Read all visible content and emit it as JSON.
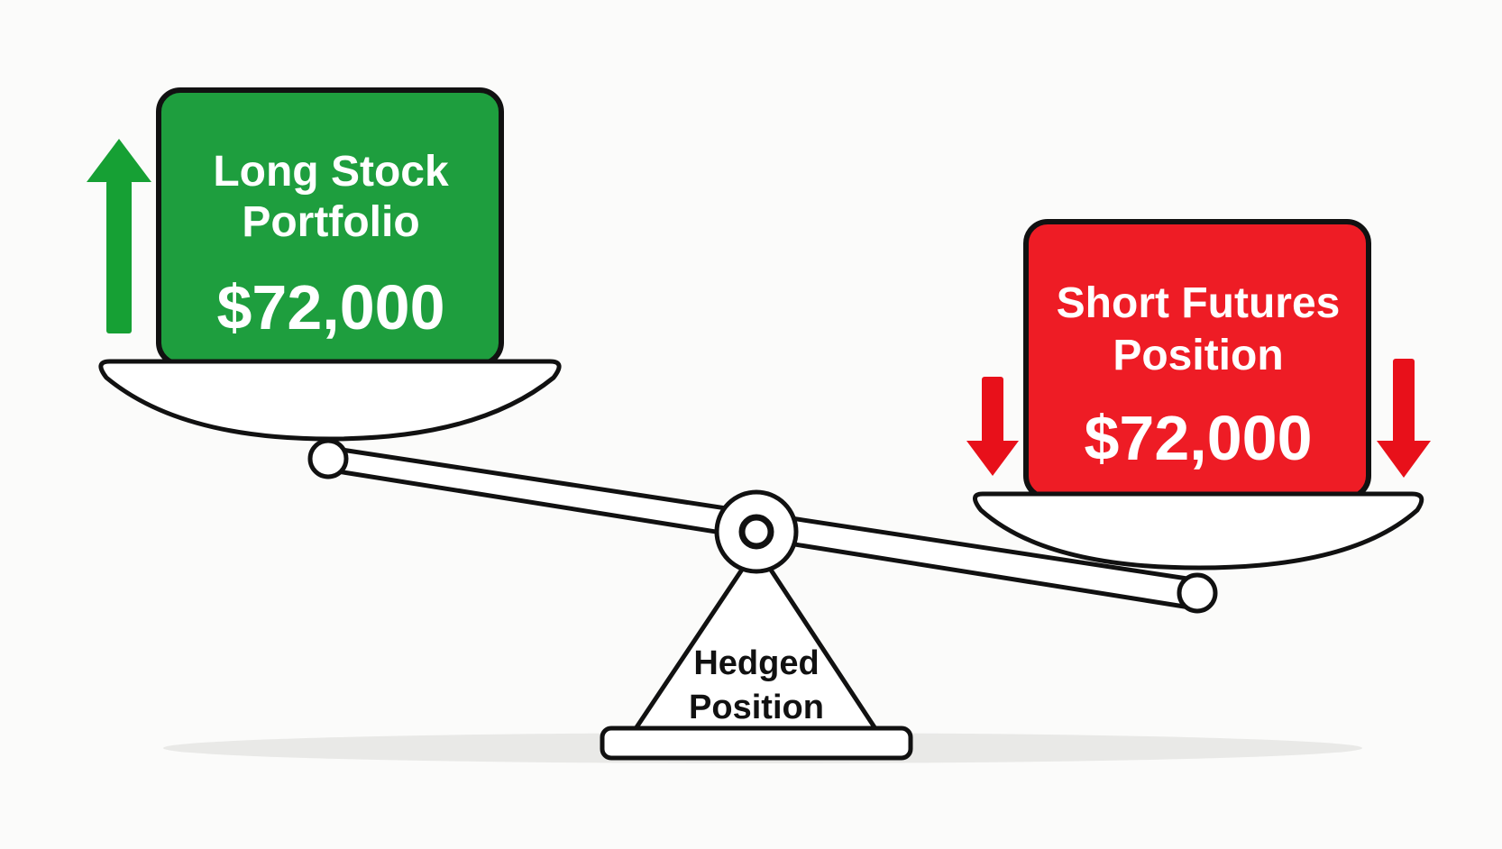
{
  "long_box": {
    "line1": "Long Stock",
    "line2": "Portfolio",
    "amount": "$72,000",
    "color": "#1e9e3e",
    "arrow_color": "#16a034"
  },
  "short_box": {
    "line1": "Short Futures",
    "line2": "Position",
    "amount": "$72,000",
    "color": "#ee1c25",
    "arrow_color": "#e8101a"
  },
  "fulcrum": {
    "line1": "Hedged",
    "line2": "Position"
  },
  "colors": {
    "outline": "#111111",
    "background": "#fbfbfa",
    "shadow": "#e9e9e7"
  }
}
